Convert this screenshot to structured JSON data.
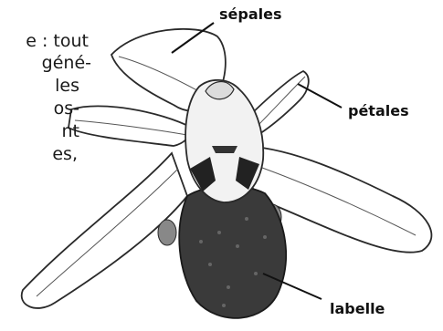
{
  "text_fragments": [
    "e : tout",
    "géné-",
    "les",
    "os-",
    "nt",
    "es,"
  ],
  "labels": {
    "sepales": "sépales",
    "petales": "pétales",
    "labelle": "labelle"
  },
  "colors": {
    "outline": "#2a2a2a",
    "petal_fill": "#ffffff",
    "labelle_fill": "#3a3a3a",
    "column_fill": "#f2f2f2"
  }
}
